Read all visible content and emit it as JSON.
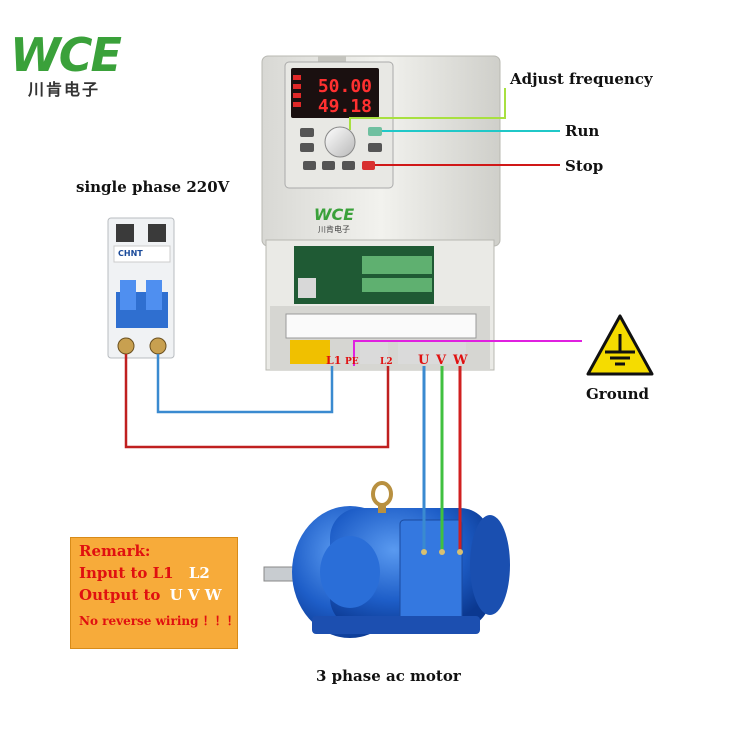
{
  "logo": {
    "text": "WCE",
    "subtitle": "川肯电子"
  },
  "labels": {
    "breaker": "single phase  220V",
    "adjust": "Adjust frequency",
    "run": "Run",
    "stop": "Stop",
    "ground": "Ground",
    "motor": "3 phase ac motor"
  },
  "display": {
    "top": "50.00",
    "bottom": "49.18"
  },
  "breaker_brand": "CHNT",
  "inverter_logo": "WCE",
  "inverter_sub": "川肯电子",
  "terminals": {
    "l1": "L1",
    "pe": "PE",
    "l2": "L2",
    "u": "U",
    "v": "V",
    "w": "W"
  },
  "remark": {
    "title": "Remark:",
    "line1_a": "Input to L1",
    "line1_b": "L2",
    "line2_a": "Output to",
    "line2_b": "U V W",
    "line3": "No reverse wiring ！！！"
  },
  "colors": {
    "adjust_line": "#a8e040",
    "run_line": "#20c8c8",
    "stop_line": "#d01818",
    "ground_line": "#e020e0",
    "l1_wire": "#3a8ad0",
    "l2_wire": "#c02020",
    "u_wire": "#3a8ad0",
    "v_wire": "#40c040",
    "w_wire": "#d02020",
    "logo_green": "#3aa13a"
  }
}
